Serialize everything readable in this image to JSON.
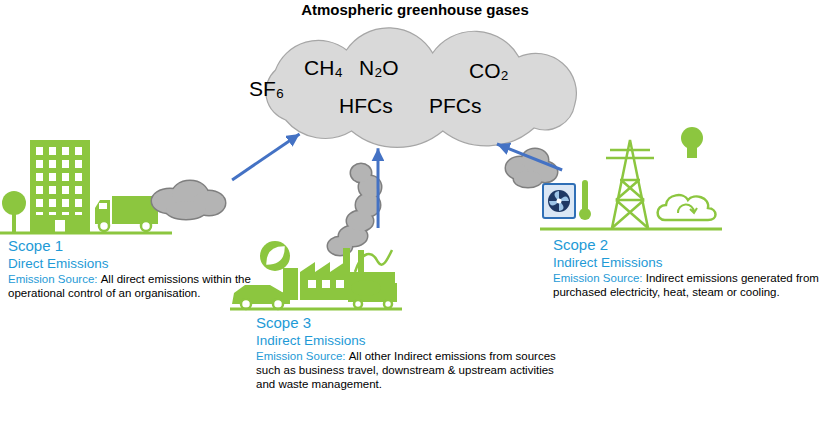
{
  "diagram": {
    "title": "Atmospheric greenhouse gases",
    "nodes": [
      {
        "text": [
          "SF₆",
          "CH₄",
          "N₂O",
          "CO₂",
          "HFCs",
          "PFCs"
        ]
      },
      {
        "text": [
          "Scope 1",
          "Direct Emissions",
          "Emission Source:",
          "All direct emissions within the operational control of an organisation."
        ]
      },
      {
        "text": [
          "Scope 2",
          "Indirect Emissions",
          "Emission Source:",
          "Indirect emissions generated from purchased electricity, heat, steam or cooling."
        ]
      },
      {
        "text": [
          "Scope 3",
          "Indirect Emissions",
          "Emission Source:",
          "All other Indirect emissions from sources such as business travel, downstream & upstream activities and waste management."
        ]
      }
    ],
    "edges": [
      {
        "from": 1,
        "to": 0,
        "arrow": "to"
      },
      {
        "from": 3,
        "to": 0,
        "arrow": "to"
      },
      {
        "from": 2,
        "to": 0,
        "arrow": "to"
      }
    ]
  }
}
